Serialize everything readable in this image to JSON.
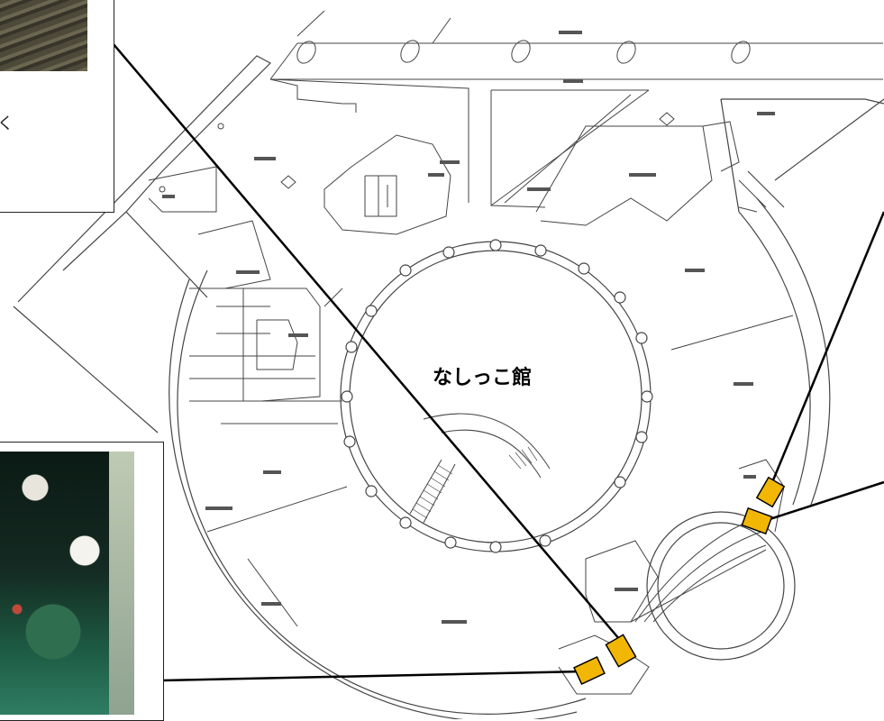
{
  "map": {
    "title": "なしっこ館"
  },
  "photos": {
    "top_caption_fragment": "く"
  },
  "colors": {
    "marker": "#f2b705",
    "lines": "#000000",
    "plan_lines": "#444444"
  },
  "icons": {
    "marker": "yellow-rectangle-marker"
  }
}
